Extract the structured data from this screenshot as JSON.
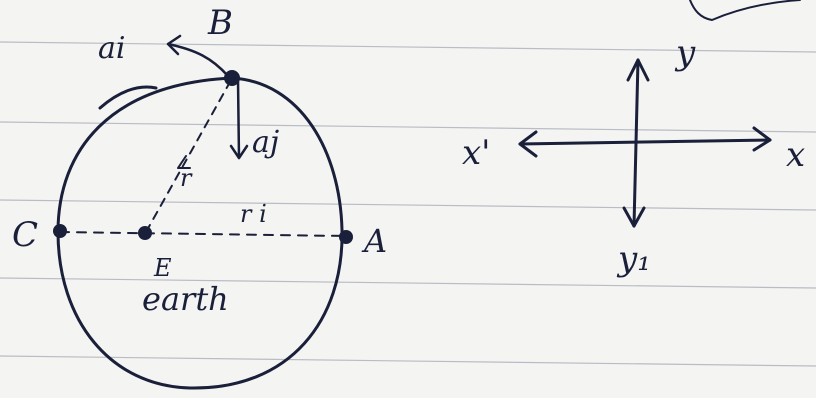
{
  "colors": {
    "paper": "#f4f4f2",
    "rule": "#b9bcc4",
    "ink": "#1a1f3a"
  },
  "diagram": {
    "point_labels": {
      "b": "B",
      "a": "A",
      "c": "C",
      "e": "E"
    },
    "vectors": {
      "ai": "ai",
      "aj": "aj",
      "r": "r",
      "ri": "r i"
    },
    "body_label": "earth",
    "axes": {
      "x": "x",
      "x_neg": "x'",
      "y": "y",
      "y_neg": "y₁"
    }
  }
}
